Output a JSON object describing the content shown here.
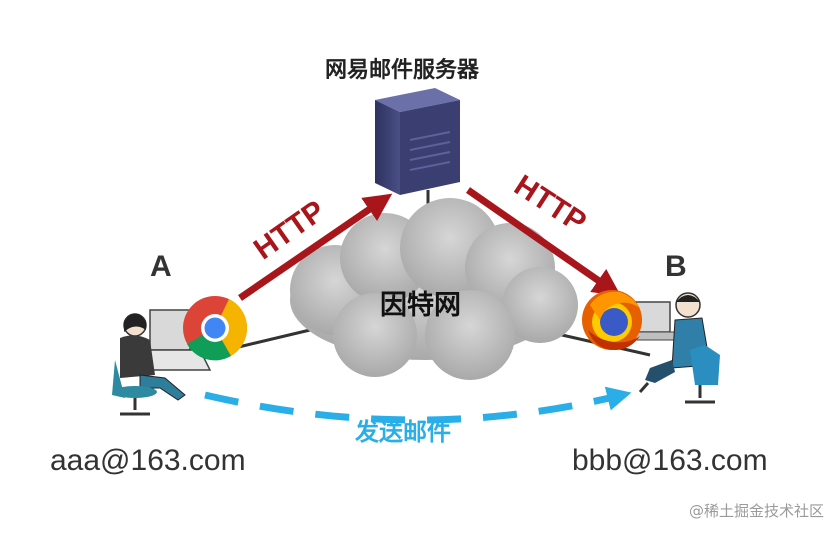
{
  "server": {
    "label": "网易邮件服务器"
  },
  "network": {
    "label": "因特网"
  },
  "client_a": {
    "letter": "A",
    "email": "aaa@163.com",
    "browser_icon": "chrome-icon"
  },
  "client_b": {
    "letter": "B",
    "email": "bbb@163.com",
    "browser_icon": "firefox-icon"
  },
  "links": {
    "upload_protocol": "HTTP",
    "download_protocol": "HTTP",
    "send_action": "发送邮件"
  },
  "watermark": "@稀土掘金技术社区",
  "colors": {
    "http_arrow": "#a8161c",
    "send_arrow": "#29aee8",
    "server_body": "#3b3f6e",
    "cloud": "#b9b9b9"
  }
}
